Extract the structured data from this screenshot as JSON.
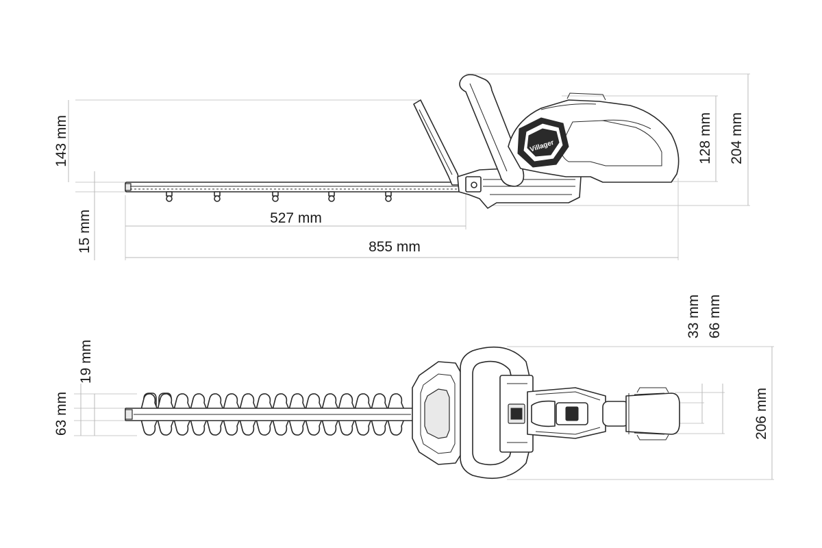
{
  "side_view": {
    "dim_height_blade_guard": "143 mm",
    "dim_blade_thickness": "15 mm",
    "dim_blade_length": "527 mm",
    "dim_total_length": "855 mm",
    "dim_handle_height": "128 mm",
    "dim_total_height": "204 mm"
  },
  "top_view": {
    "dim_blade_width": "19 mm",
    "dim_tooth_span": "63 mm",
    "dim_rear_handle_inner": "33 mm",
    "dim_rear_handle_outer": "66 mm",
    "dim_front_handle_width": "206 mm"
  },
  "brand": {
    "logo_text": "Villager"
  },
  "colors": {
    "line": "#2a2a2a",
    "dimension": "#b8b8b8",
    "text": "#1a1a1a"
  }
}
